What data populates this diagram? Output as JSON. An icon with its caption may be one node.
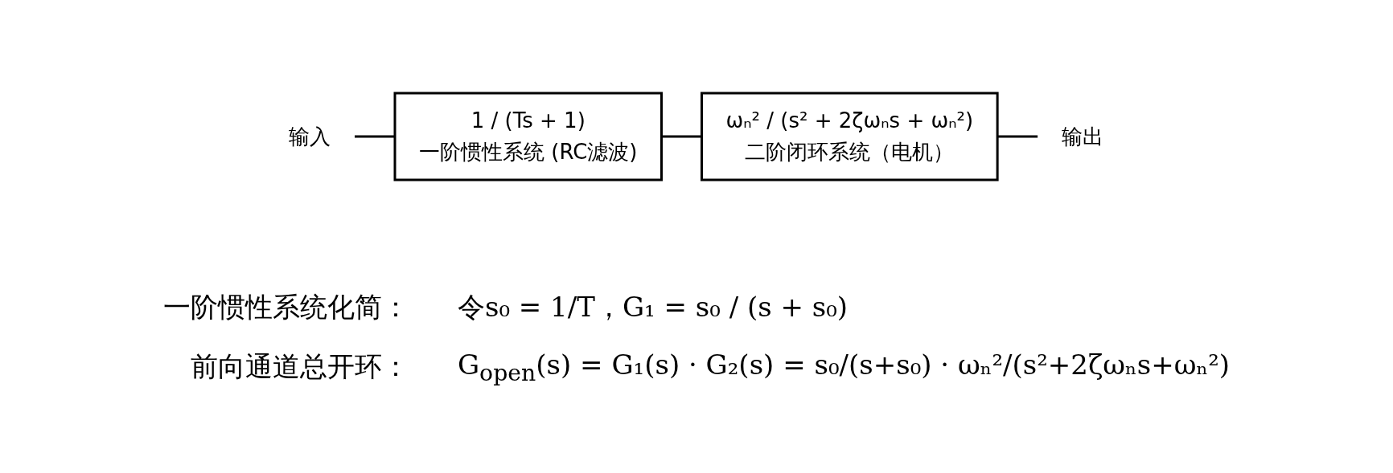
{
  "diagram": {
    "nodes": [
      {
        "text": [
          "输入"
        ]
      },
      {
        "text": [
          "1 / (Ts + 1)",
          "一阶惯性系统 (RC滤波)"
        ]
      },
      {
        "text": [
          "ωₙ² / (s² + 2ζωₙs + ωₙ²)",
          "二阶闭环系统（电机）"
        ]
      },
      {
        "text": [
          "输出"
        ]
      }
    ],
    "edges": [
      {
        "from": 0,
        "to": 1,
        "arrow": "none"
      },
      {
        "from": 1,
        "to": 2,
        "arrow": "none"
      },
      {
        "from": 2,
        "to": 3,
        "arrow": "none"
      }
    ],
    "labels": [
      "一阶惯性系统化简：",
      "令s₀ = 1/T，G₁ = s₀ / (s + s₀)",
      "前向通道总开环：",
      "G$_{open}$(s) = G₁(s) · G₂(s) = s₀/(s+s₀) · ωₙ²/(s²+2ζωₙs+ωₙ²)"
    ]
  }
}
